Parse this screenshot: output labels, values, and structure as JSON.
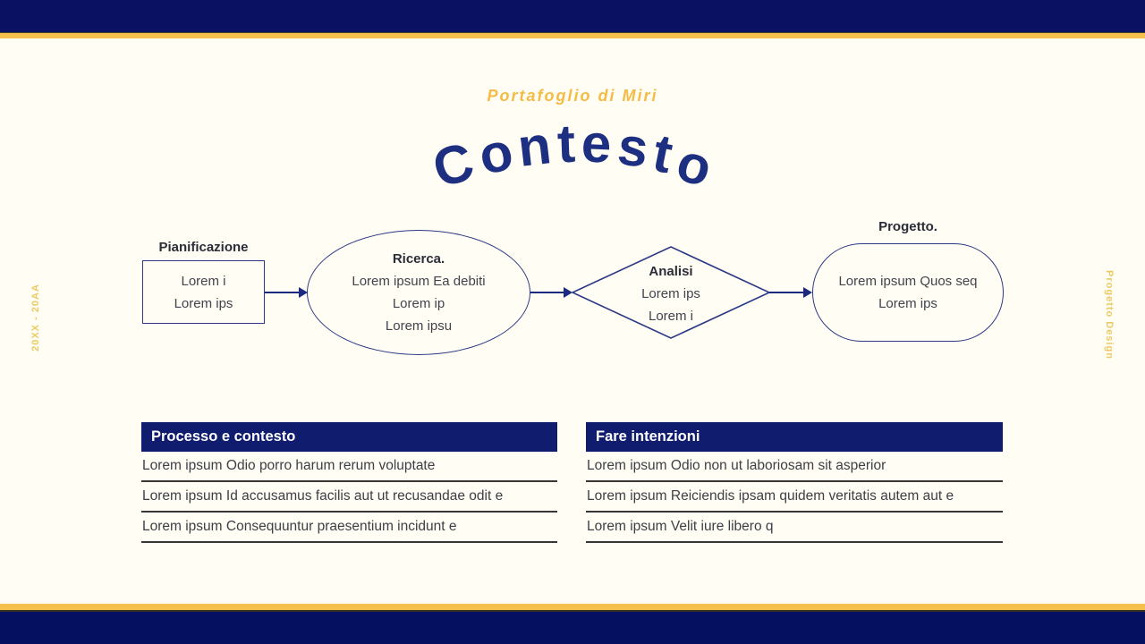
{
  "slide": {
    "subtitle": "Portafoglio di Miri",
    "title": "Contesto",
    "title_letters": [
      "C",
      "o",
      "n",
      "t",
      "e",
      "s",
      "t",
      "o"
    ],
    "left_margin_text": "20XX - 20AA",
    "right_margin_text": "Progetto Design"
  },
  "flowchart": {
    "steps": [
      {
        "shape": "rectangle",
        "label": "Pianificazione",
        "label_position": "above",
        "lines": [
          "Lorem i",
          "Lorem ips"
        ]
      },
      {
        "shape": "ellipse",
        "label": "Ricerca.",
        "label_position": "inside",
        "lines": [
          "Lorem ipsum Ea debiti",
          "Lorem ip",
          "Lorem ipsu"
        ]
      },
      {
        "shape": "diamond",
        "label": "Analisi",
        "label_position": "inside",
        "lines": [
          "Lorem ips",
          "Lorem i"
        ]
      },
      {
        "shape": "stadium",
        "label": "Progetto.",
        "label_position": "above",
        "lines": [
          "Lorem ipsum Quos seq",
          "Lorem ips"
        ]
      }
    ]
  },
  "tables": [
    {
      "header": "Processo e contesto",
      "rows": [
        "Lorem ipsum Odio porro harum rerum voluptate",
        "Lorem ipsum Id accusamus facilis aut ut recusandae odit e",
        "Lorem ipsum Consequuntur praesentium incidunt e"
      ]
    },
    {
      "header": "Fare intenzioni",
      "rows": [
        "Lorem ipsum Odio non ut laboriosam sit asperior",
        "Lorem ipsum Reiciendis ipsam quidem veritatis autem aut e",
        "Lorem ipsum Velit iure libero q"
      ]
    }
  ],
  "colors": {
    "background": "#fffdf4",
    "navy_bar": "#0a1163",
    "navy_header": "#101d6e",
    "navy_title": "#1d2f80",
    "navy_stroke": "#2c3a86",
    "gold_accent": "#f6c14b",
    "gold_text": "#f4bb45",
    "body_text": "#3e3f46"
  }
}
